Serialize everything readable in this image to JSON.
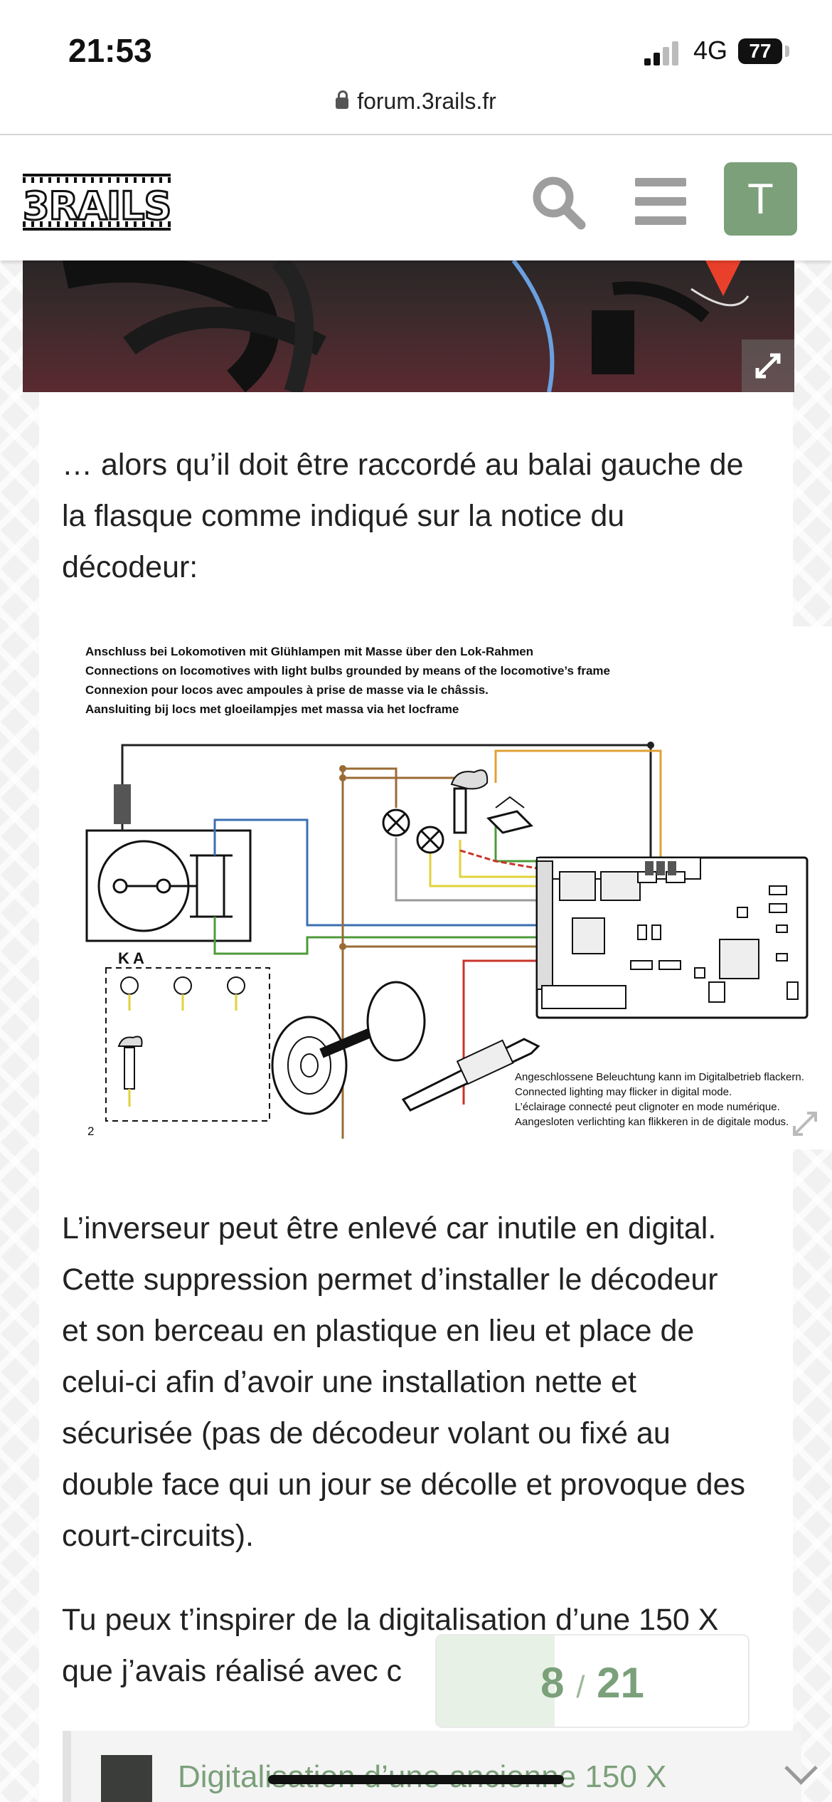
{
  "status_bar": {
    "time": "21:53",
    "network": "4G",
    "battery": "77"
  },
  "browser": {
    "url": "forum.3rails.fr"
  },
  "header": {
    "logo_text": "3RAILS",
    "avatar_letter": "T"
  },
  "post": {
    "para1": [
      "… alors qu’il doit être raccordé au balai gauche de",
      "la flasque comme indiqué sur la notice du",
      "décodeur:"
    ],
    "para2": [
      "L’inverseur peut être enlevé car inutile en digital.",
      "Cette suppression permet d’installer le décodeur",
      "et son berceau en plastique en lieu et place de",
      "celui-ci afin d’avoir une installation nette et",
      "sécurisée (pas de décodeur volant ou fixé au",
      "double face qui un jour se décolle et provoque des",
      "court-circuits)."
    ],
    "para3": [
      "Tu peux t’inspirer de la digitalisation d’une 150 X",
      "que j’avais réalisé avec c"
    ]
  },
  "diagram": {
    "captions": [
      "Anschluss bei Lokomotiven mit Glühlampen mit Masse über den Lok-Rahmen",
      "Connections on locomotives with light bulbs grounded by means of the locomotive’s frame",
      "Connexion pour locos avec ampoules à prise de masse via le châssis.",
      "Aansluiting bij locs met gloeilampjes met massa via het locframe"
    ],
    "notes": [
      "Angeschlossene Beleuchtung kann im Digitalbetrieb flackern.",
      "Connected lighting may flicker in digital mode.",
      "L’éclairage connecté peut clignoter en mode numérique.",
      "Aangesloten verlichting kan flikkeren in de digitale modus."
    ],
    "figure_number": "2",
    "led_labels": [
      "K",
      "A"
    ],
    "wire_colors": {
      "black": "#222222",
      "blue": "#3b6fb3",
      "brown": "#9a6b35",
      "grey": "#9a9a9a",
      "yellow": "#e2d23a",
      "orange": "#e2a035",
      "green": "#4e9a3a",
      "red": "#c8342a"
    }
  },
  "timeline": {
    "current": "8",
    "separator": "/",
    "total": "21",
    "progress": 0.38
  },
  "linked_topic": {
    "title": "Digitalisation d’une ancienne 150 X"
  },
  "theme": {
    "accent": "#7ba07a"
  }
}
